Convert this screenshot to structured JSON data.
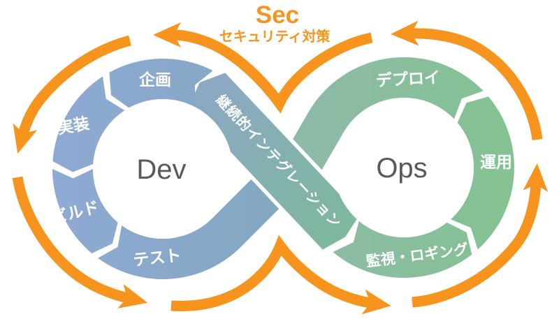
{
  "title": {
    "main": "Sec",
    "subtitle": "セキュリティ対策"
  },
  "dev_loop": {
    "center_label": "Dev",
    "segments": [
      {
        "label": "企画"
      },
      {
        "label": "実装"
      },
      {
        "label": "ビルド"
      },
      {
        "label": "テスト"
      }
    ]
  },
  "ops_loop": {
    "center_label": "Ops",
    "segments": [
      {
        "label": "デプロイ"
      },
      {
        "label": "運用"
      },
      {
        "label": "監視・ロギング"
      }
    ]
  },
  "connector": {
    "label": "継続的インテグレーション"
  },
  "colors": {
    "accent_orange": "#F7941D",
    "dev_ring_start": "#8FA9D4",
    "dev_ring_end": "#82A8C0",
    "ops_ring_start": "#8FB9AB",
    "ops_ring_end": "#83C390",
    "band_start": "#8CA8C3",
    "band_end": "#7EB89D",
    "center_text": "#58595B",
    "label_text": "#FFFFFF"
  }
}
